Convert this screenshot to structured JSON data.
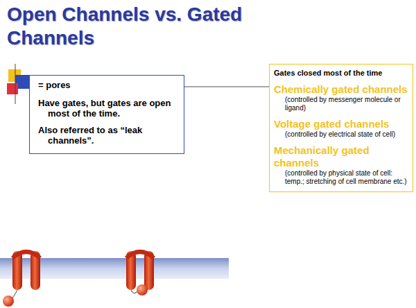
{
  "diagram": {
    "title": "Open Channels vs. Gated Channels",
    "nodes": [
      {
        "text": [
          "= pores",
          "Have gates, but gates are open most of the time.",
          "Also referred to as “leak channels”."
        ]
      },
      {
        "text": [
          "Gates closed most of the time",
          "Chemically gated channels",
          "(controlled by messenger molecule or ligand)",
          "Voltage gated channels",
          "(controlled by electrical state of cell)",
          "Mechanically gated channels",
          "(controlled by physical state of cell: temp.; stretching of cell membrane etc.)"
        ]
      }
    ],
    "edges": [
      {
        "from": 0,
        "to": 1,
        "arrow": "none"
      }
    ]
  }
}
